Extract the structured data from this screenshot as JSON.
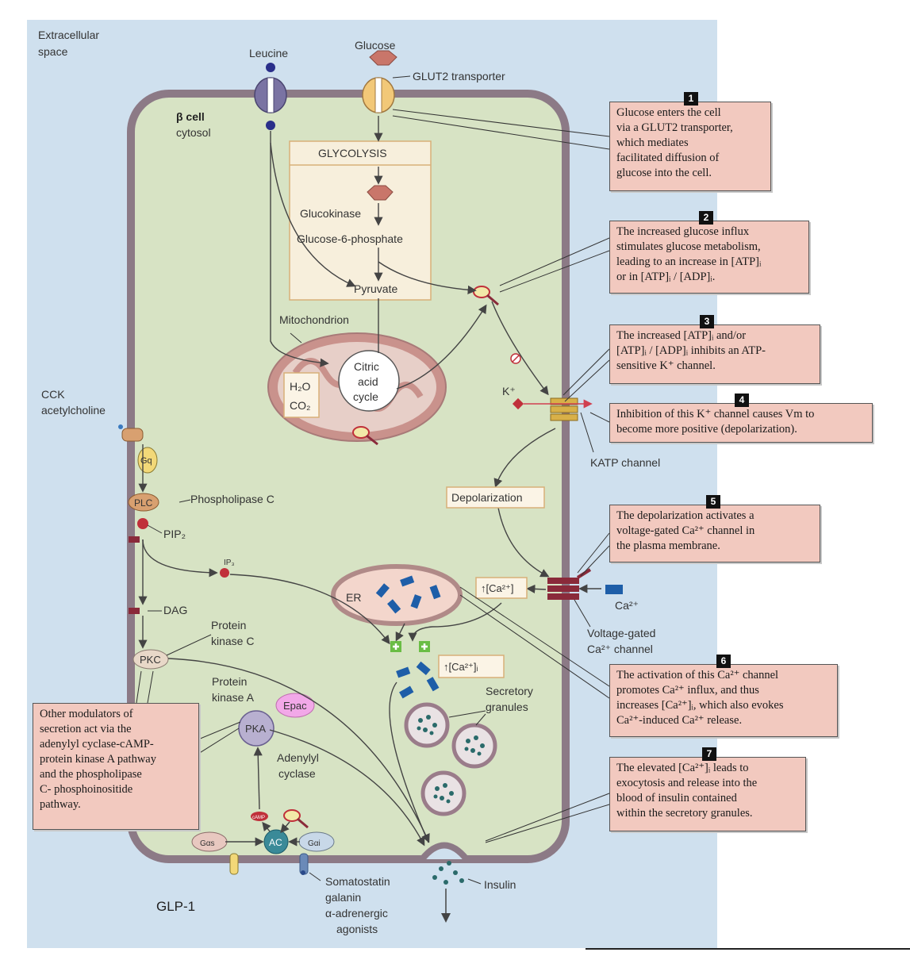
{
  "labels": {
    "extracellular": [
      "Extracellular",
      "space"
    ],
    "leucine": "Leucine",
    "glucose": "Glucose",
    "glut2": "GLUT2 transporter",
    "beta_cell": "β cell",
    "cytosol": "cytosol",
    "glycolysis": "GLYCOLYSIS",
    "glucokinase": "Glucokinase",
    "g6p": "Glucose-6-phosphate",
    "pyruvate": "Pyruvate",
    "mitochondrion": "Mitochondrion",
    "citric": [
      "Citric",
      "acid",
      "cycle"
    ],
    "h2o": "H₂O",
    "co2": "CO₂",
    "cck": [
      "CCK",
      "acetylcholine"
    ],
    "gq": "Gq",
    "plc": "PLC",
    "phospholipase_c": "Phospholipase C",
    "pip2": "PIP₂",
    "ip3": "IP₃",
    "dag": "DAG",
    "pkc": "PKC",
    "protein_kinase_c": [
      "Protein",
      "kinase C"
    ],
    "protein_kinase_a": [
      "Protein",
      "kinase A"
    ],
    "pka": "PKA",
    "epac": "Epac",
    "adenylyl": [
      "Adenylyl",
      "cyclase"
    ],
    "camp": "cAMP",
    "ac": "AC",
    "gas": "Gαs",
    "gai": "Gαi",
    "glp1": "GLP-1",
    "somatostatin": [
      "Somatostatin",
      "galanin",
      "α-adrenergic",
      "agonists"
    ],
    "insulin": "Insulin",
    "k_plus": "K⁺",
    "katp": "KATP channel",
    "depolarization": "Depolarization",
    "er": "ER",
    "ca_up": "↑[Ca²⁺]",
    "ca_up2": "↑[Ca²⁺]ᵢ",
    "ca2plus": "Ca²⁺",
    "vgcc": [
      "Voltage-gated",
      "Ca²⁺ channel"
    ],
    "secretory": [
      "Secretory",
      "granules"
    ]
  },
  "callouts": [
    {
      "num": "1",
      "lines": [
        "Glucose enters the cell",
        "via a GLUT2 transporter,",
        "which mediates",
        "facilitated diffusion of",
        "glucose into the cell."
      ]
    },
    {
      "num": "2",
      "lines": [
        "The increased glucose influx",
        "stimulates glucose metabolism,",
        "leading to an increase in [ATP]ᵢ",
        "or in [ATP]ᵢ / [ADP]ᵢ."
      ]
    },
    {
      "num": "3",
      "lines": [
        "The increased [ATP]ᵢ and/or",
        "[ATP]ᵢ / [ADP]ᵢ inhibits an ATP-",
        "sensitive K⁺ channel."
      ]
    },
    {
      "num": "4",
      "lines": [
        "Inhibition of this K⁺ channel causes Vm to",
        "become more positive (depolarization)."
      ]
    },
    {
      "num": "5",
      "lines": [
        "The depolarization activates a",
        "voltage-gated Ca²⁺ channel in",
        "the plasma membrane."
      ]
    },
    {
      "num": "6",
      "lines": [
        "The activation of this Ca²⁺ channel",
        "promotes Ca²⁺ influx, and thus",
        "increases [Ca²⁺]ᵢ, which also evokes",
        "Ca²⁺-induced Ca²⁺ release."
      ]
    },
    {
      "num": "7",
      "lines": [
        "The elevated [Ca²⁺]ᵢ leads to",
        "exocytosis and release into the",
        "blood of insulin contained",
        "within the secretory granules."
      ]
    }
  ],
  "modulators": [
    "Other modulators of",
    "secretion act via the",
    "adenylyl cyclase-cAMP-",
    "protein kinase A pathway",
    "and the phospholipase",
    "C- phosphoinositide",
    "pathway."
  ],
  "colors": {
    "extracellular": "#cfe0ee",
    "cytosol": "#d7e3c4",
    "membrane": "#8c7a86",
    "callout": "#f2c9bf"
  }
}
